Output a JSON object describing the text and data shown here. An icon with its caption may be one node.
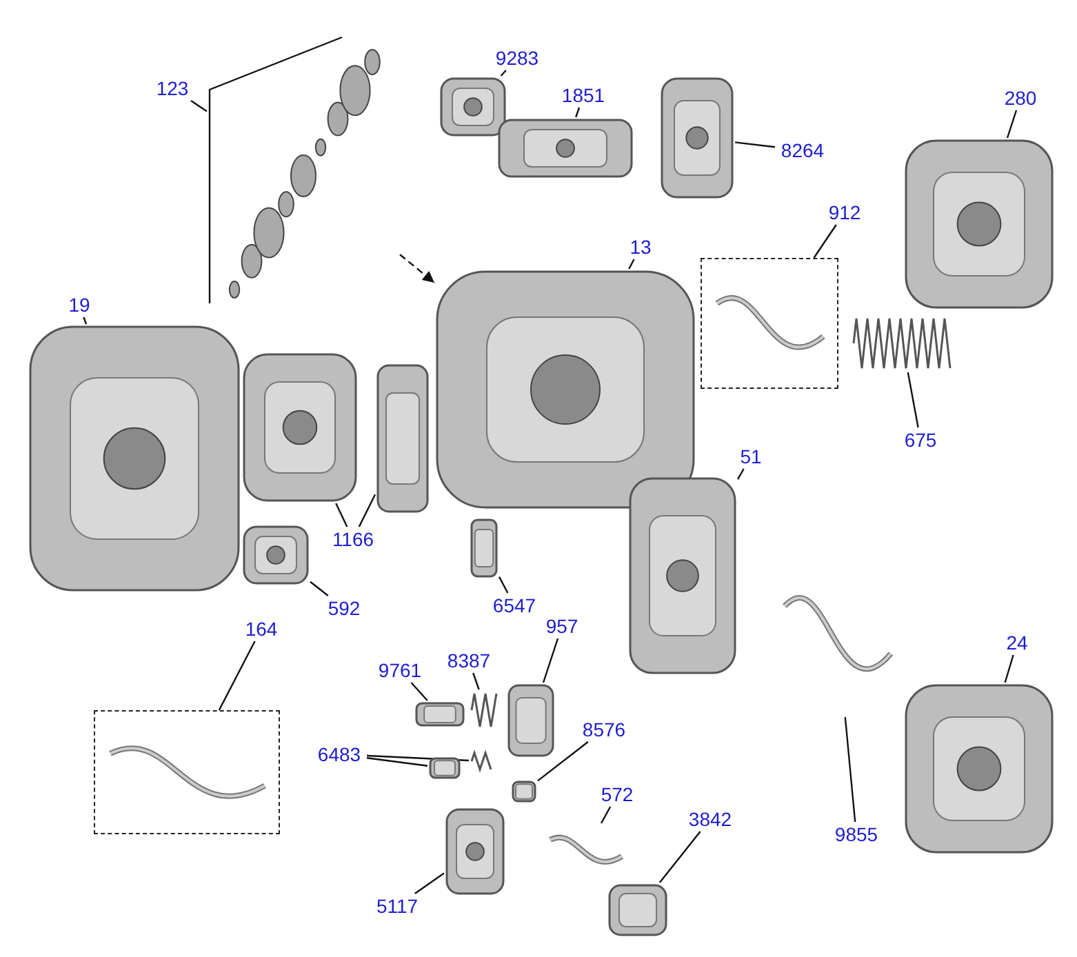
{
  "diagram": {
    "nodes": [
      {
        "text": [
          "123"
        ]
      },
      {
        "text": [],
        "shape": "picture"
      },
      {
        "text": [
          "9283"
        ]
      },
      {
        "text": [],
        "shape": "picture"
      },
      {
        "text": [
          "1851"
        ]
      },
      {
        "text": [],
        "shape": "picture"
      },
      {
        "text": [
          "8264"
        ]
      },
      {
        "text": [],
        "shape": "picture"
      },
      {
        "text": [
          "280"
        ]
      },
      {
        "text": [],
        "shape": "picture"
      },
      {
        "text": [
          "19"
        ]
      },
      {
        "text": [],
        "shape": "picture"
      },
      {
        "text": [
          "13"
        ]
      },
      {
        "text": [],
        "shape": "picture"
      },
      {
        "text": [
          "912"
        ]
      },
      {
        "text": [],
        "shape": "box"
      },
      {
        "text": [],
        "shape": "picture",
        "in": 15
      },
      {
        "text": [
          "1166"
        ]
      },
      {
        "text": [],
        "shape": "picture"
      },
      {
        "text": [],
        "shape": "picture"
      },
      {
        "text": [
          "675"
        ]
      },
      {
        "text": [],
        "shape": "picture"
      },
      {
        "text": [
          "51"
        ]
      },
      {
        "text": [],
        "shape": "picture"
      },
      {
        "text": [
          "592"
        ]
      },
      {
        "text": [],
        "shape": "picture"
      },
      {
        "text": [
          "6547"
        ]
      },
      {
        "text": [],
        "shape": "picture"
      },
      {
        "text": [
          "164"
        ]
      },
      {
        "text": [],
        "shape": "box"
      },
      {
        "text": [],
        "shape": "picture",
        "in": 29
      },
      {
        "text": [
          "8387"
        ]
      },
      {
        "text": [],
        "shape": "picture"
      },
      {
        "text": [
          "957"
        ]
      },
      {
        "text": [],
        "shape": "picture"
      },
      {
        "text": [
          "9761"
        ]
      },
      {
        "text": [],
        "shape": "picture"
      },
      {
        "text": [
          "6483"
        ]
      },
      {
        "text": [],
        "shape": "picture"
      },
      {
        "text": [],
        "shape": "picture"
      },
      {
        "text": [
          "8576"
        ]
      },
      {
        "text": [],
        "shape": "picture"
      },
      {
        "text": [
          "572"
        ]
      },
      {
        "text": [],
        "shape": "picture"
      },
      {
        "text": [
          "3842"
        ]
      },
      {
        "text": [],
        "shape": "picture"
      },
      {
        "text": [
          "5117"
        ]
      },
      {
        "text": [],
        "shape": "picture"
      },
      {
        "text": [
          "9855"
        ]
      },
      {
        "text": [],
        "shape": "picture"
      },
      {
        "text": [
          "24"
        ]
      },
      {
        "text": [],
        "shape": "picture"
      }
    ],
    "edges": [
      {
        "from": 0,
        "to": 1,
        "arrow": "none"
      },
      {
        "from": 2,
        "to": 3,
        "arrow": "none"
      },
      {
        "from": 4,
        "to": 5,
        "arrow": "none"
      },
      {
        "from": 6,
        "to": 7,
        "arrow": "none"
      },
      {
        "from": 8,
        "to": 9,
        "arrow": "none"
      },
      {
        "from": 10,
        "to": 11,
        "arrow": "none"
      },
      {
        "from": 12,
        "to": 13,
        "arrow": "none"
      },
      {
        "from": 14,
        "to": 15,
        "arrow": "none"
      },
      {
        "from": 17,
        "to": 18,
        "arrow": "none"
      },
      {
        "from": 17,
        "to": 19,
        "arrow": "none"
      },
      {
        "from": 20,
        "to": 21,
        "arrow": "none"
      },
      {
        "from": 22,
        "to": 23,
        "arrow": "none"
      },
      {
        "from": 24,
        "to": 25,
        "arrow": "none"
      },
      {
        "from": 26,
        "to": 27,
        "arrow": "none"
      },
      {
        "from": 28,
        "to": 29,
        "arrow": "none"
      },
      {
        "from": 31,
        "to": 32,
        "arrow": "none"
      },
      {
        "from": 33,
        "to": 34,
        "arrow": "none"
      },
      {
        "from": 35,
        "to": 36,
        "arrow": "none"
      },
      {
        "from": 37,
        "to": 38,
        "arrow": "none"
      },
      {
        "from": 37,
        "to": 39,
        "arrow": "none"
      },
      {
        "from": 40,
        "to": 41,
        "arrow": "none"
      },
      {
        "from": 42,
        "to": 43,
        "arrow": "none"
      },
      {
        "from": 44,
        "to": 45,
        "arrow": "none"
      },
      {
        "from": 46,
        "to": 47,
        "arrow": "none"
      },
      {
        "from": 48,
        "to": 49,
        "arrow": "none"
      },
      {
        "from": 50,
        "to": 51,
        "arrow": "none"
      },
      {
        "from": 1,
        "to": 13,
        "arrow": "to",
        "style": "dashed"
      }
    ]
  }
}
